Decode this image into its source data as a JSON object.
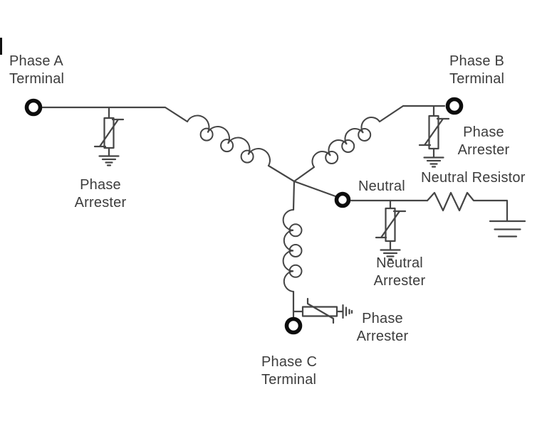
{
  "colors": {
    "background": "#ffffff",
    "line": "#454545",
    "text": "#3d3d3d",
    "terminal": "#0d0d0d"
  },
  "diagram_type": "three-phase wye winding with surge arresters and neutral grounding resistor",
  "labels": {
    "phase_a_terminal": {
      "line1": "Phase A",
      "line2": "Terminal"
    },
    "phase_b_terminal": {
      "line1": "Phase B",
      "line2": "Terminal"
    },
    "phase_c_terminal": {
      "line1": "Phase C",
      "line2": "Terminal"
    },
    "phase_a_arrester": {
      "line1": "Phase",
      "line2": "Arrester"
    },
    "phase_b_arrester": {
      "line1": "Phase",
      "line2": "Arrester"
    },
    "phase_c_arrester": {
      "line1": "Phase",
      "line2": "Arrester"
    },
    "neutral": {
      "text": "Neutral"
    },
    "neutral_arrester": {
      "line1": "Neutral",
      "line2": "Arrester"
    },
    "neutral_resistor": {
      "text": "Neutral Resistor"
    }
  }
}
